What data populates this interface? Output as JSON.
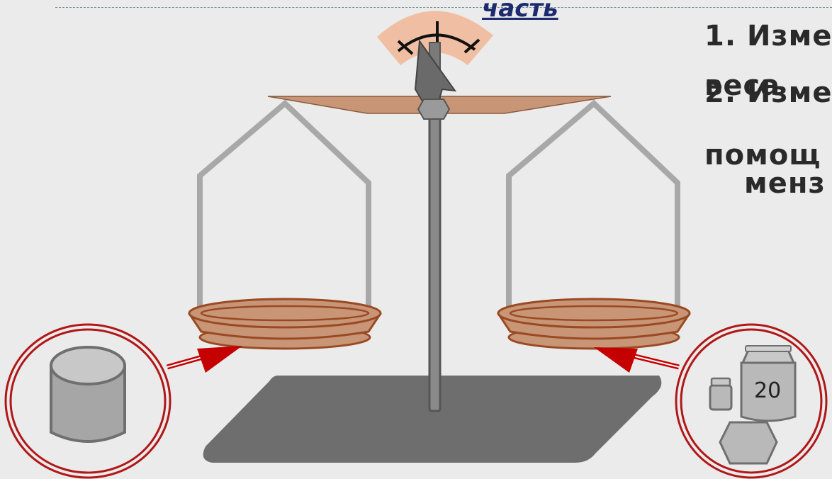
{
  "header": {
    "link_text": "часть"
  },
  "steps": {
    "step1_line1": "1. Изме",
    "step1_line2": "веса",
    "step2_line1": "2. Изме",
    "step2_line2": "помощ",
    "step2_line3": "менз"
  },
  "weight": {
    "label": "20"
  },
  "colors": {
    "background": "#ebebeb",
    "pan_fill": "#c89577",
    "pan_rim": "#9a4a22",
    "dial": "#f0bfa3",
    "stand": "#6e6e6e",
    "arrow": "#c40000",
    "circle_outline": "#b01818"
  },
  "icons": {
    "left_object": "cylinder-icon",
    "right_object": "weights-set-icon"
  }
}
